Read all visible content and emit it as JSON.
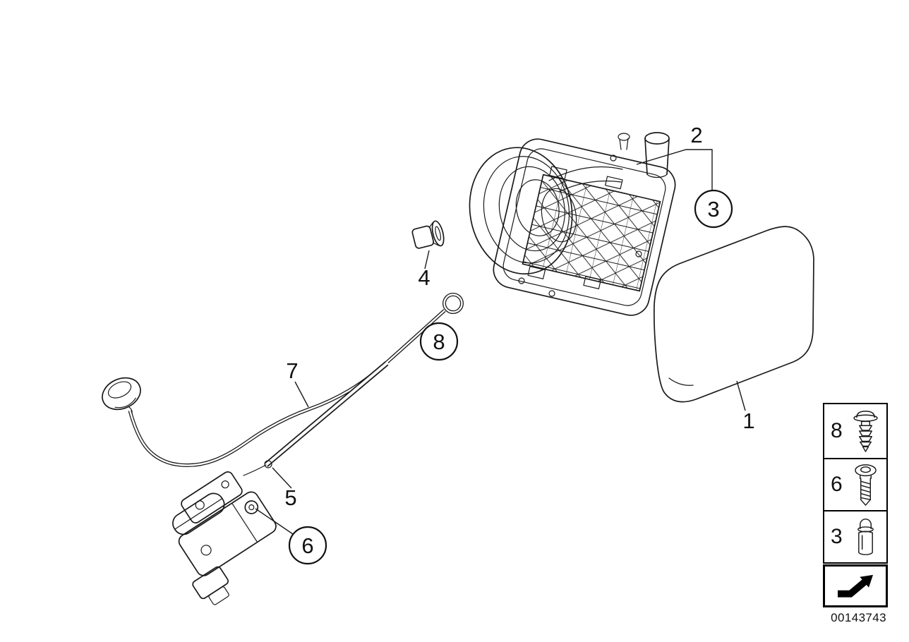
{
  "page": {
    "background": "#ffffff",
    "line_color": "#1a1a1a"
  },
  "doc_number": "00143743",
  "callouts": {
    "c1": {
      "label": "1",
      "style": "plain"
    },
    "c2": {
      "label": "2",
      "style": "plain"
    },
    "c3": {
      "label": "3",
      "style": "circled"
    },
    "c4": {
      "label": "4",
      "style": "plain"
    },
    "c5": {
      "label": "5",
      "style": "plain"
    },
    "c6": {
      "label": "6",
      "style": "circled"
    },
    "c7": {
      "label": "7",
      "style": "plain"
    },
    "c8": {
      "label": "8",
      "style": "circled"
    }
  },
  "legend": {
    "rows": [
      {
        "label": "8",
        "icon": "expansion-rivet-icon"
      },
      {
        "label": "6",
        "icon": "screw-icon"
      },
      {
        "label": "3",
        "icon": "stud-pin-icon"
      }
    ]
  }
}
